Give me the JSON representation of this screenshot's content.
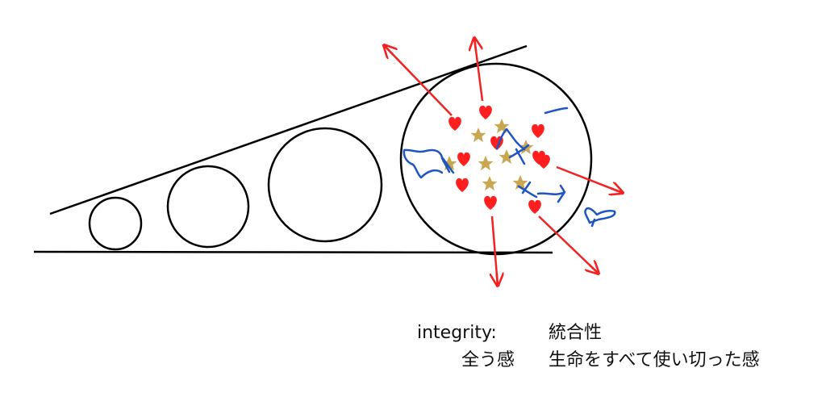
{
  "caption": {
    "term": "integrity:",
    "translation": "統合性",
    "sub_term": "全う感",
    "sub_description": "生命をすべて使い切った感"
  },
  "colors": {
    "outline": "#000000",
    "heart": "#ff1f1f",
    "arrow": "#f22222",
    "star": "#c9a650",
    "scribble": "#1f55c0"
  }
}
